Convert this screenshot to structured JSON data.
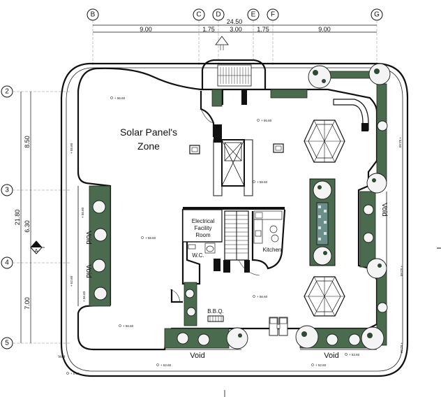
{
  "grid": {
    "columns": [
      "B",
      "C",
      "D",
      "E",
      "F",
      "G"
    ],
    "rows": [
      "2",
      "3",
      "4",
      "5"
    ]
  },
  "dimensions": {
    "total_width": "24.50",
    "col_spans": [
      "9.00",
      "1.75",
      "3.00",
      "1.75",
      "9.00"
    ],
    "total_height": "21.80",
    "row_spans": [
      "8.50",
      "6.30",
      "7.00"
    ]
  },
  "labels": {
    "solar_line1": "Solar Panel's",
    "solar_line2": "Zone",
    "electrical_line1": "Electrical",
    "electrical_line2": "Facility",
    "electrical_line3": "Room",
    "wc": "W.C.",
    "kitchen": "Kitchen",
    "bbq": "B.B.Q.",
    "void_left_upper": "Void",
    "void_left_lower": "Void",
    "void_right": "Void",
    "void_bottom_left": "Void",
    "void_bottom_right": "Void",
    "void_corner": "Void",
    "section_mark": "A"
  },
  "levels": {
    "roof": "+ 58.60",
    "terrace": "+ 56.60",
    "parapet": "+ 52.60",
    "ground": "+ 0.60"
  },
  "colors": {
    "planting": "#4a6b4e",
    "wall": "#111111",
    "water": "#6a8f8a"
  }
}
